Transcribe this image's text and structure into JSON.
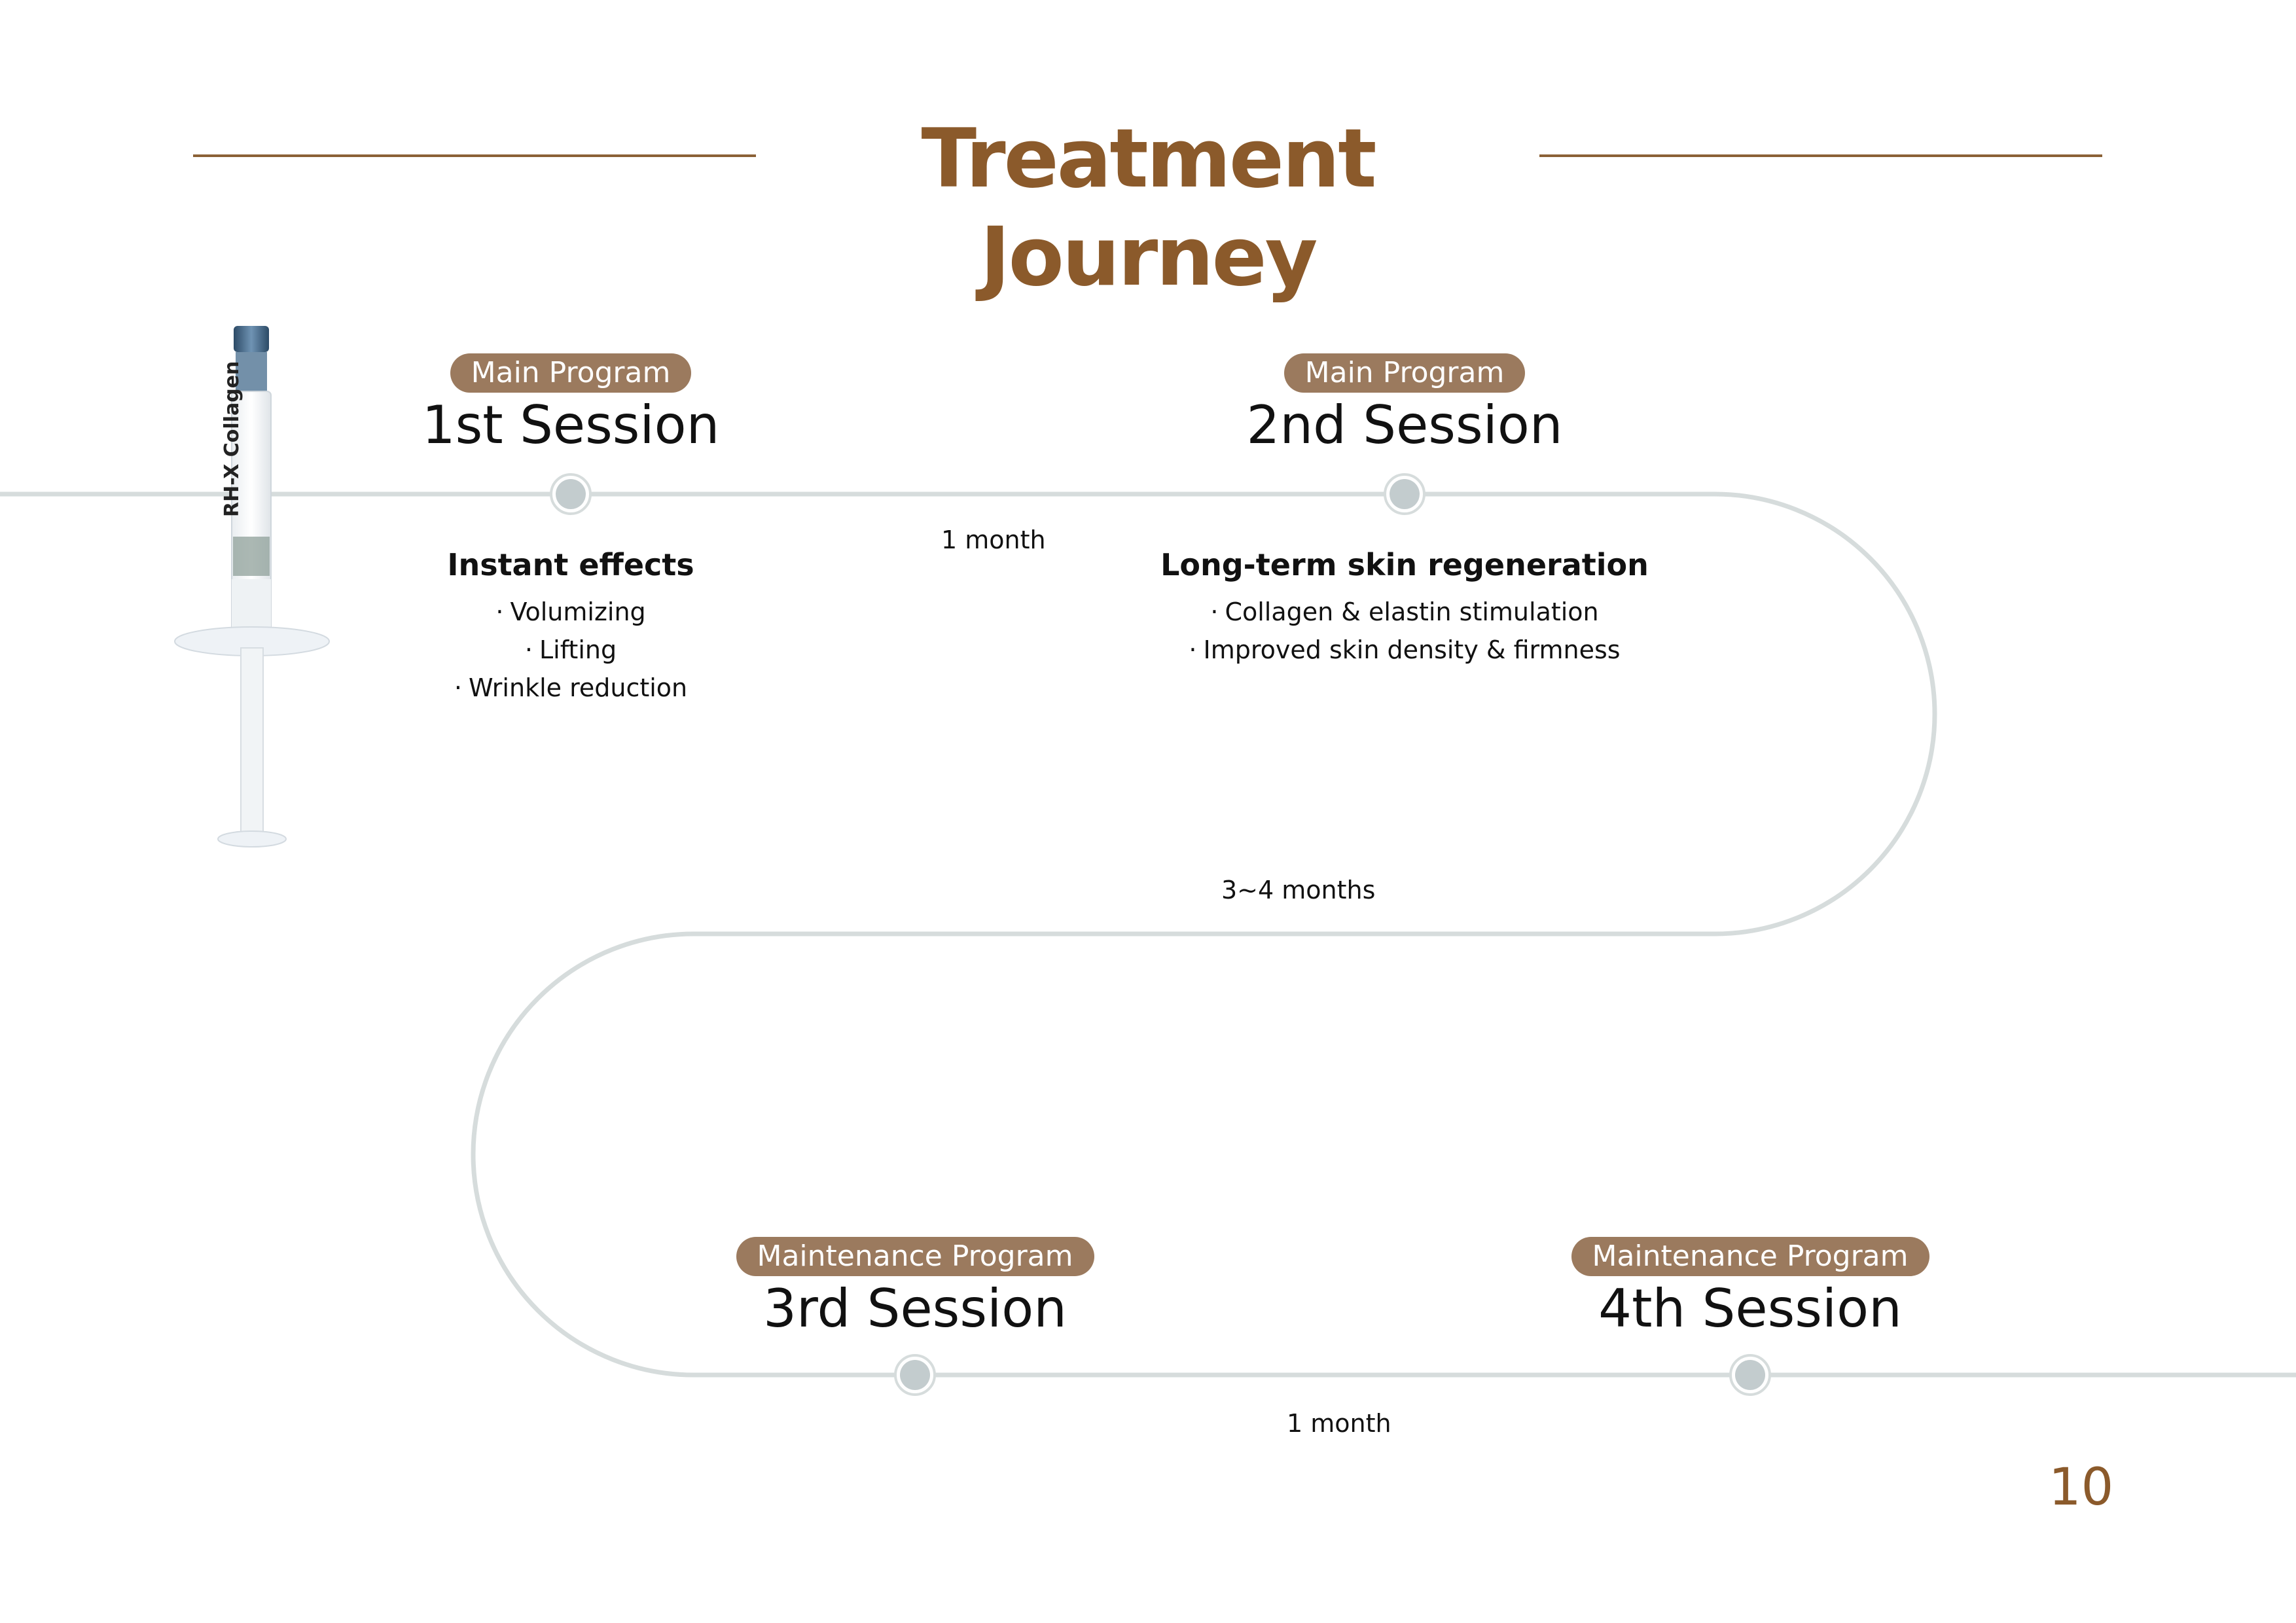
{
  "title": "Treatment Journey",
  "product_label": "RH-X Collagen",
  "page_number": "10",
  "sessions": [
    {
      "program": "Main Program",
      "title": "1st Session",
      "heading": "Instant effects",
      "bullets": [
        "Volumizing",
        "Lifting",
        "Wrinkle reduction"
      ]
    },
    {
      "program": "Main Program",
      "title": "2nd Session",
      "heading": "Long-term skin regeneration",
      "bullets": [
        "Collagen & elastin stimulation",
        "Improved skin density & firmness"
      ]
    },
    {
      "program": "Maintenance Program",
      "title": "3rd Session"
    },
    {
      "program": "Maintenance Program",
      "title": "4th Session"
    }
  ],
  "intervals": [
    "1 month",
    "3~4 months",
    "1 month"
  ],
  "bullet_glyph": "·",
  "colors": {
    "brand_brown": "#8b5a2b",
    "pill_bg": "#9b7a5e",
    "path": "#d6dcdc",
    "node": "#c3ccce"
  }
}
